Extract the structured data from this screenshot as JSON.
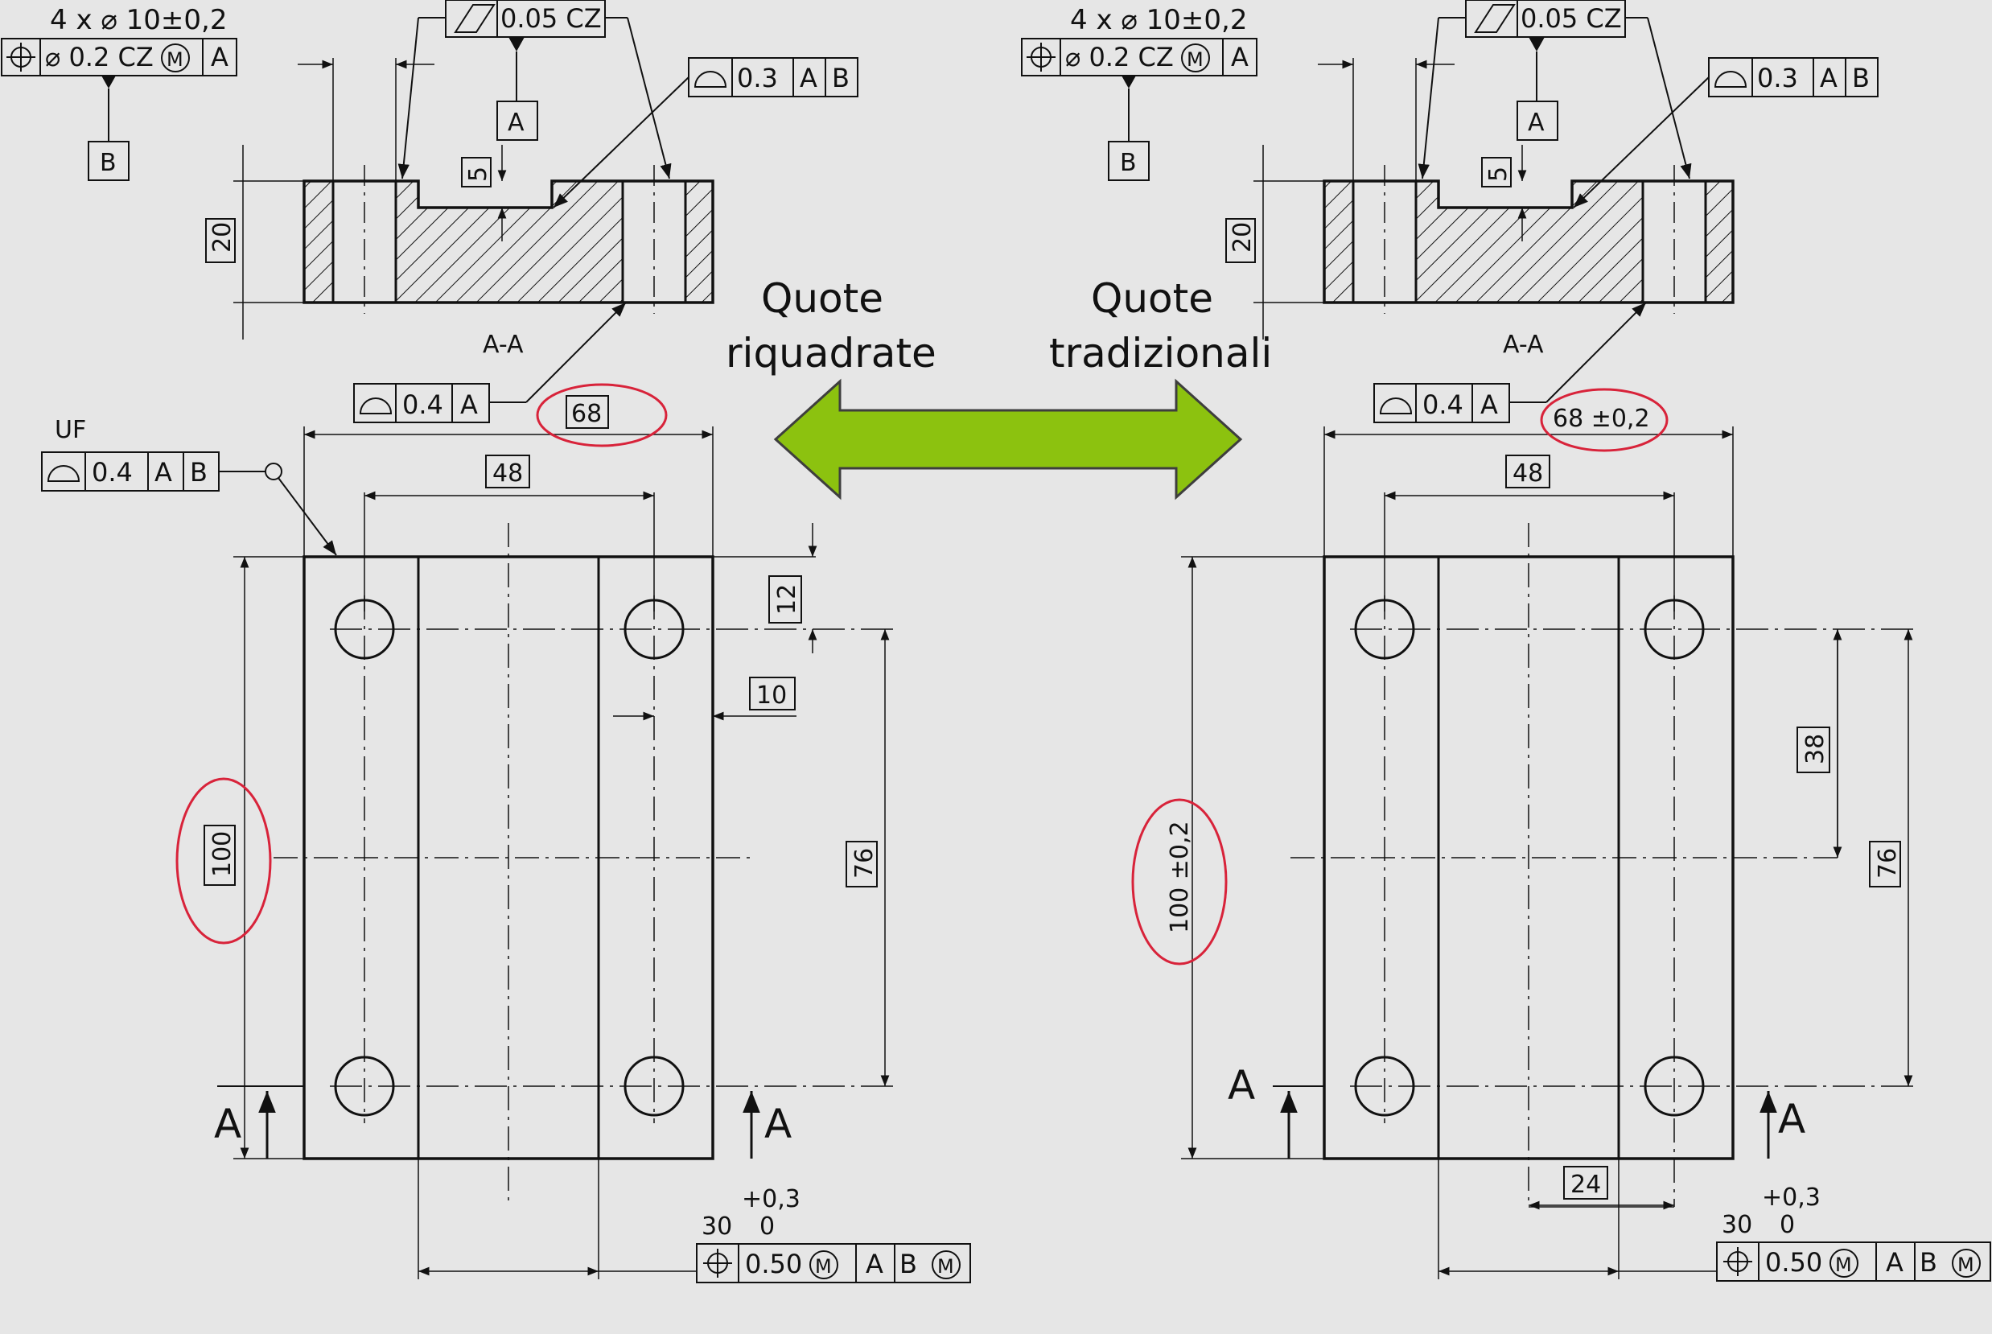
{
  "center": {
    "left_title_line1": "Quote",
    "left_title_line2": "riquadrate",
    "right_title_line1": "Quote",
    "right_title_line2": "tradizionali",
    "arrow_color": "#8cc20f"
  },
  "left": {
    "holes_note": "4 x ⌀ 10±0,2",
    "pos_frame": {
      "symbol": "position-icon",
      "tol": "⌀ 0.2 CZ",
      "modifier": "M",
      "datum": "A"
    },
    "datum_b": "B",
    "flat_frame": {
      "symbol": "flatness-icon",
      "tol": "0.05 CZ"
    },
    "datum_a": "A",
    "profile_top": {
      "symbol": "profile-surface-icon",
      "tol": "0.3",
      "d1": "A",
      "d2": "B"
    },
    "dim_5": "5",
    "dim_20": "20",
    "section_label": "A-A",
    "profile_bottom": {
      "symbol": "profile-surface-icon",
      "tol": "0.4",
      "d1": "A"
    },
    "dim_width": "68",
    "uf_label": "UF",
    "uf_frame": {
      "symbol": "profile-surface-icon",
      "tol": "0.4",
      "d1": "A",
      "d2": "B"
    },
    "dim_48": "48",
    "dim_12": "12",
    "dim_10": "10",
    "dim_100": "100",
    "dim_76": "76",
    "section_mark": "A",
    "slot_tol_upper": "+0,3",
    "slot_nominal": "30",
    "slot_tol_lower": "0",
    "slot_frame": {
      "symbol": "position-icon",
      "tol": "0.50",
      "modifier": "M",
      "d1": "A",
      "d2": "B",
      "d2_modifier": "M"
    }
  },
  "right": {
    "holes_note": "4 x ⌀ 10±0,2",
    "pos_frame": {
      "symbol": "position-icon",
      "tol": "⌀ 0.2 CZ",
      "modifier": "M",
      "datum": "A"
    },
    "datum_b": "B",
    "flat_frame": {
      "symbol": "flatness-icon",
      "tol": "0.05 CZ"
    },
    "datum_a": "A",
    "profile_top": {
      "symbol": "profile-surface-icon",
      "tol": "0.3",
      "d1": "A",
      "d2": "B"
    },
    "dim_5": "5",
    "dim_20": "20",
    "section_label": "A-A",
    "profile_bottom": {
      "symbol": "profile-surface-icon",
      "tol": "0.4",
      "d1": "A"
    },
    "dim_width": "68 ±0,2",
    "dim_48": "48",
    "dim_38": "38",
    "dim_100": "100 ±0,2",
    "dim_76": "76",
    "dim_24": "24",
    "section_mark": "A",
    "slot_tol_upper": "+0,3",
    "slot_nominal": "30",
    "slot_tol_lower": "0",
    "slot_frame": {
      "symbol": "position-icon",
      "tol": "0.50",
      "modifier": "M",
      "d1": "A",
      "d2": "B",
      "d2_modifier": "M"
    }
  },
  "colors": {
    "highlight": "#d8233a",
    "ink": "#111111",
    "background": "#e6e6e6"
  }
}
